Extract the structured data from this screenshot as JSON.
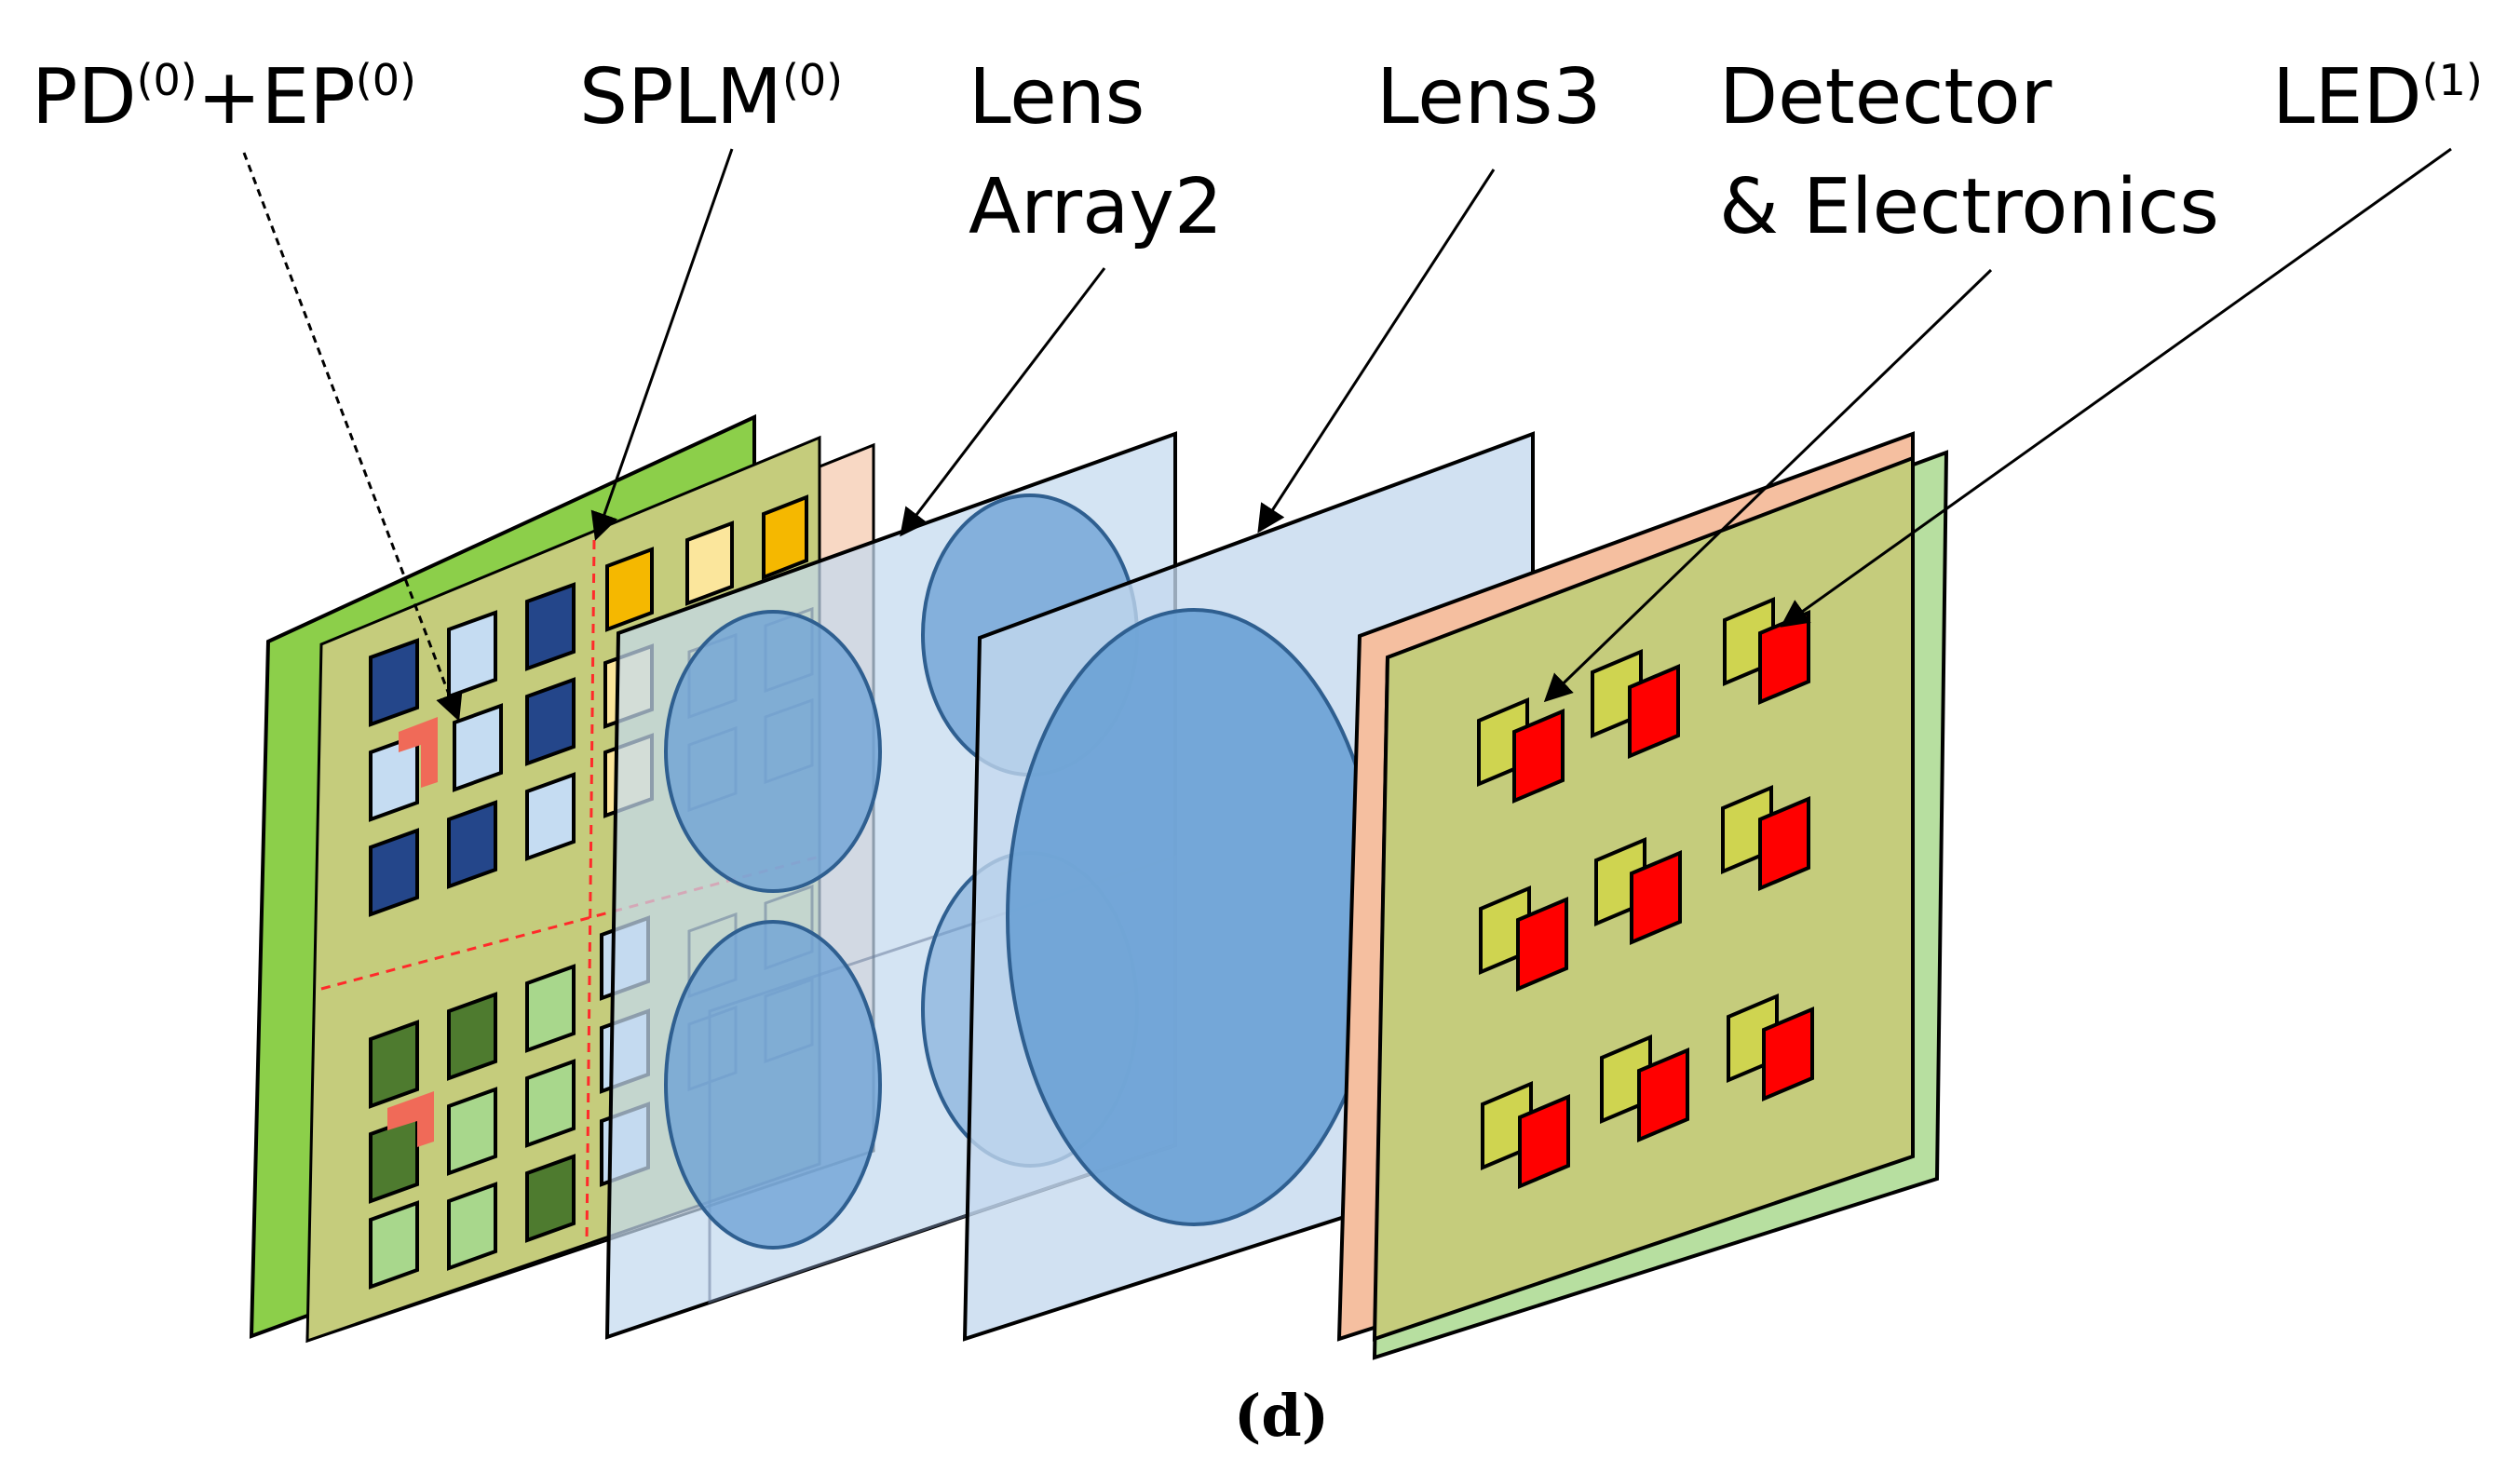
{
  "labels": {
    "pd_ep": {
      "pd": "PD",
      "pd_sup": "(0)",
      "plus": "+",
      "ep": "EP",
      "ep_sup": "(0)"
    },
    "splm": {
      "text": "SPLM",
      "sup": "(0)"
    },
    "lens_array": {
      "line1": "Lens",
      "line2": "Array2"
    },
    "lens3": {
      "text": "Lens3"
    },
    "detector": {
      "line1": "Detector",
      "line2": "& Electronics"
    },
    "led": {
      "text": "LED",
      "sup": "(1)"
    }
  },
  "caption": "(d)",
  "colors": {
    "green_board": "#8ccf4a",
    "olive_panel": "#c5cc7c",
    "peach_panel": "#f8d8c4",
    "peach_solid": "#f5bfa0",
    "light_green_panel": "#b7dfa0",
    "lens_panel": "#c4d9ee",
    "lens_ellipse": "#6fa3d6",
    "lens_ellipse_stroke": "#2f5f90",
    "dark_blue_pixel": "#24468a",
    "light_blue_pixel": "#c5dcf2",
    "orange_pixel": "#f5b800",
    "pale_yellow_pixel": "#fbe69c",
    "dark_green_pixel": "#4e7b2f",
    "light_green_pixel": "#a8d78c",
    "red_ep": "#f06a58",
    "led_red": "#ff0000",
    "detector_yellow": "#cfd450",
    "divider_red": "#ff2a2a"
  }
}
